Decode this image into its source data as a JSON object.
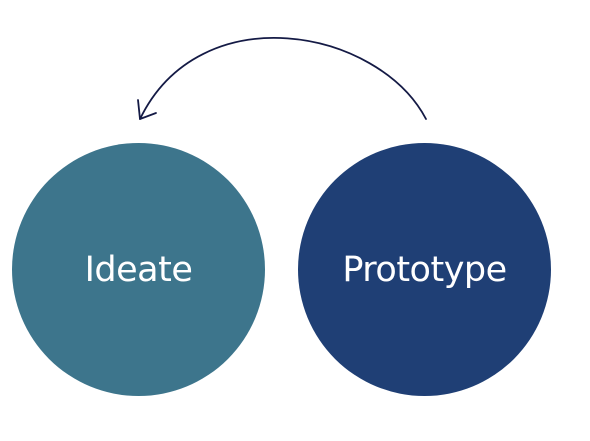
{
  "diagram": {
    "nodes": [
      {
        "id": "ideate",
        "label": "Ideate",
        "color": "#3d758c"
      },
      {
        "id": "prototype",
        "label": "Prototype",
        "color": "#1f3f75"
      }
    ],
    "edges": [
      {
        "from": "prototype",
        "to": "ideate",
        "style": "curved-arrow",
        "color": "#141a45"
      }
    ]
  }
}
